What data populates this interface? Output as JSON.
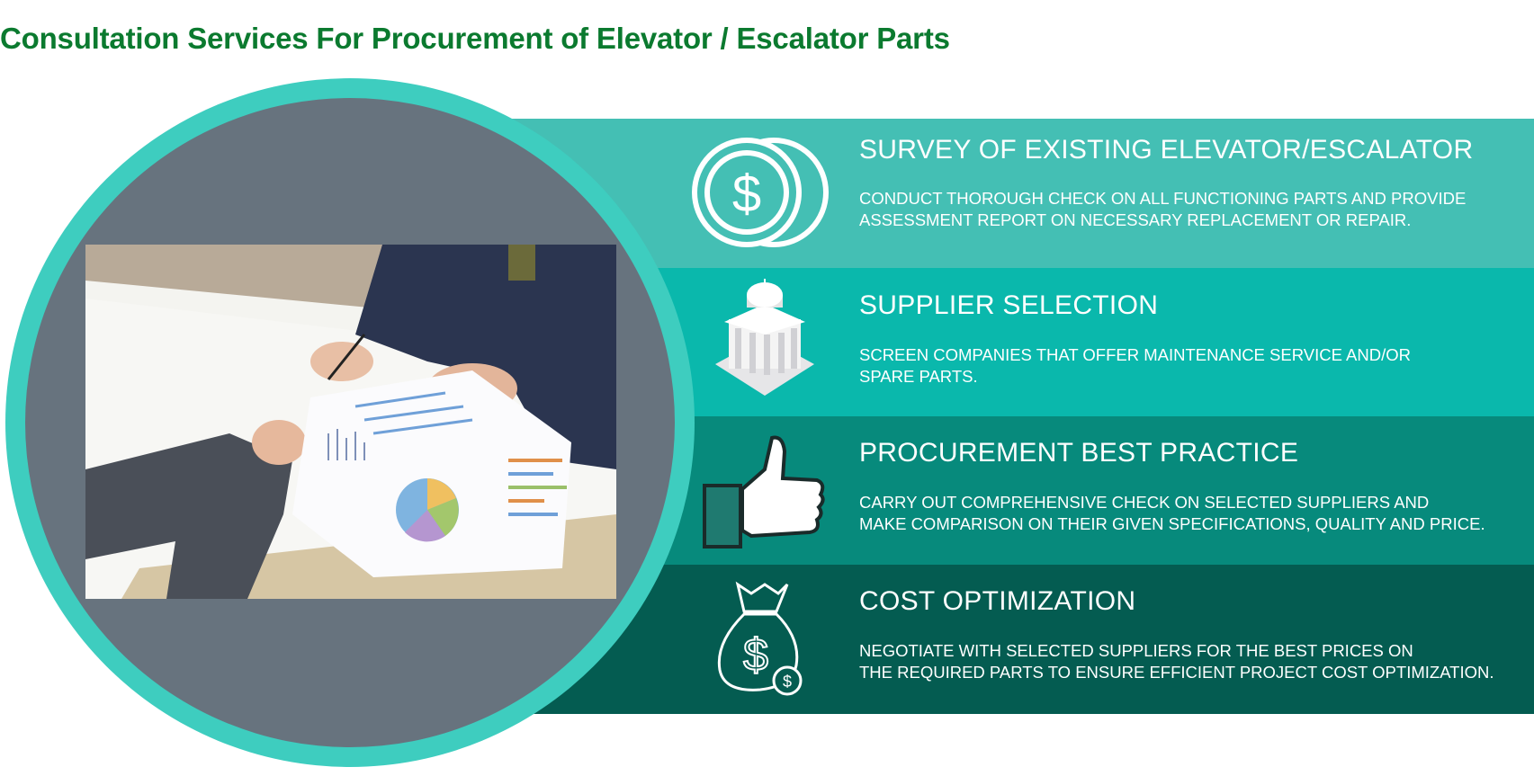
{
  "title": "Consultation Services For Procurement of Elevator / Escalator Parts",
  "colors": {
    "title": "#0b7a2f",
    "ring": "#3ecdbf",
    "circle": "#67737e",
    "band1": "#44bfb4",
    "band2": "#0ab8ac",
    "band3": "#078a7c",
    "band4": "#045c51"
  },
  "services": [
    {
      "icon": "coins-icon",
      "heading": "SURVEY OF EXISTING ELEVATOR/ESCALATOR",
      "lines": [
        "CONDUCT THOROUGH CHECK ON ALL FUNCTIONING PARTS AND PROVIDE",
        "ASSESSMENT REPORT ON NECESSARY REPLACEMENT OR REPAIR."
      ]
    },
    {
      "icon": "building-icon",
      "heading": "SUPPLIER SELECTION",
      "lines": [
        "SCREEN COMPANIES THAT OFFER MAINTENANCE SERVICE AND/OR",
        "SPARE PARTS."
      ]
    },
    {
      "icon": "thumbs-up-icon",
      "heading": "PROCUREMENT BEST PRACTICE",
      "lines": [
        "CARRY OUT COMPREHENSIVE CHECK ON SELECTED SUPPLIERS AND",
        "MAKE COMPARISON ON THEIR GIVEN SPECIFICATIONS, QUALITY AND PRICE."
      ]
    },
    {
      "icon": "money-bag-icon",
      "heading": "COST OPTIMIZATION",
      "lines": [
        "NEGOTIATE WITH SELECTED SUPPLIERS FOR THE BEST PRICES ON",
        "THE REQUIRED PARTS TO ENSURE EFFICIENT PROJECT COST OPTIMIZATION."
      ]
    }
  ]
}
